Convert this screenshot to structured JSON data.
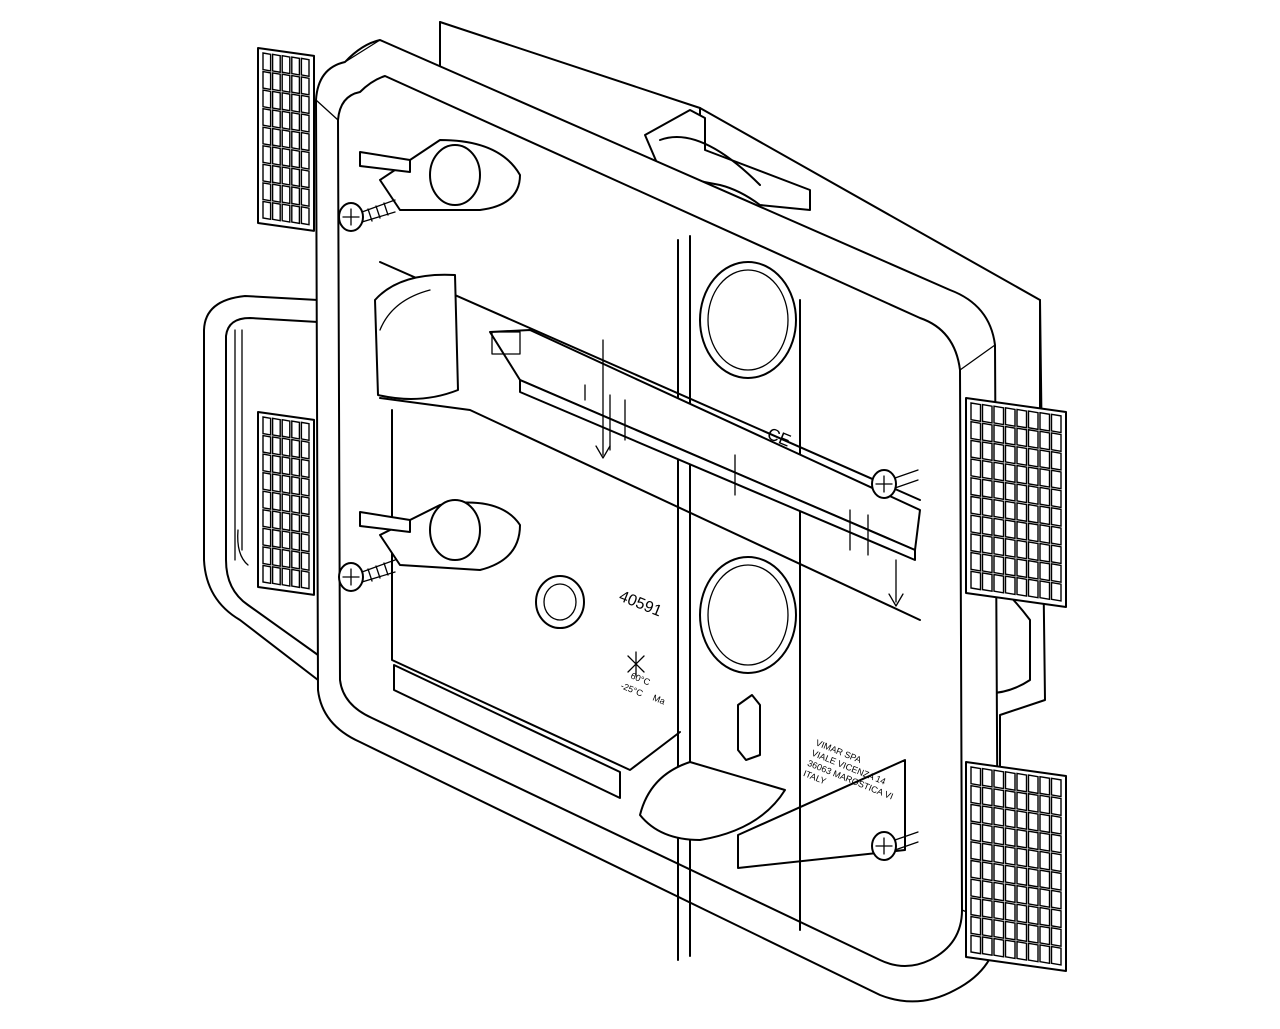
{
  "drawing": {
    "subject": "",
    "product_code": "40591",
    "temp_high": "60°C",
    "temp_low": "-25°C",
    "temp_suffix": "Ma",
    "ce_mark": "CE",
    "manufacturer_lines": [
      "VIMAR SPA",
      "VIALE VICENZA 14",
      "36063 MAROSTICA VI",
      "ITALY"
    ]
  },
  "style": {
    "line_color": "#000000",
    "background": "#ffffff"
  }
}
